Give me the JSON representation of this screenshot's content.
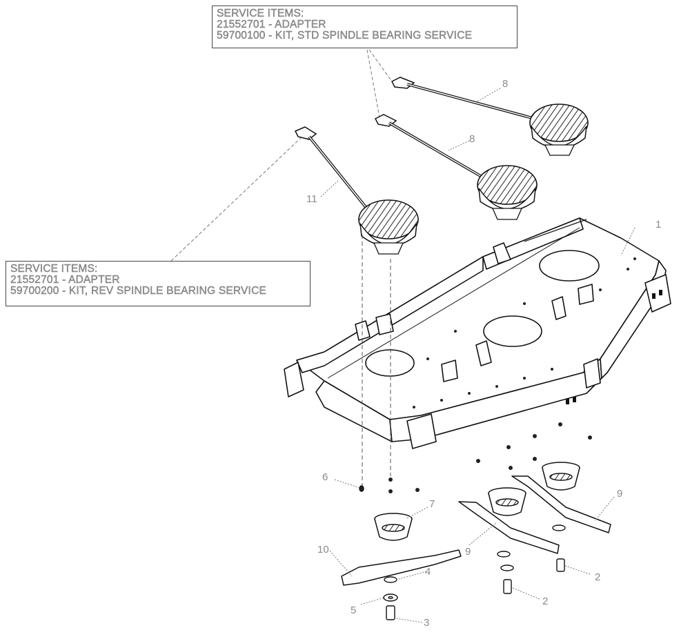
{
  "service_box_std": {
    "heading": "SERVICE ITEMS:",
    "item_adapter": "21552701 - ADAPTER",
    "item_kit": "59700100 - KIT, STD SPINDLE BEARING SERVICE"
  },
  "service_box_rev": {
    "heading": "SERVICE ITEMS:",
    "item_adapter": "21552701 - ADAPTER",
    "item_kit": "59700200 - KIT, REV SPINDLE BEARING SERVICE"
  },
  "callouts": {
    "c1": "1",
    "c2a": "2",
    "c2b": "2",
    "c3": "3",
    "c4": "4",
    "c5": "5",
    "c6": "6",
    "c7": "7",
    "c8a": "8",
    "c8b": "8",
    "c9a": "9",
    "c9b": "9",
    "c10": "10",
    "c11": "11"
  }
}
